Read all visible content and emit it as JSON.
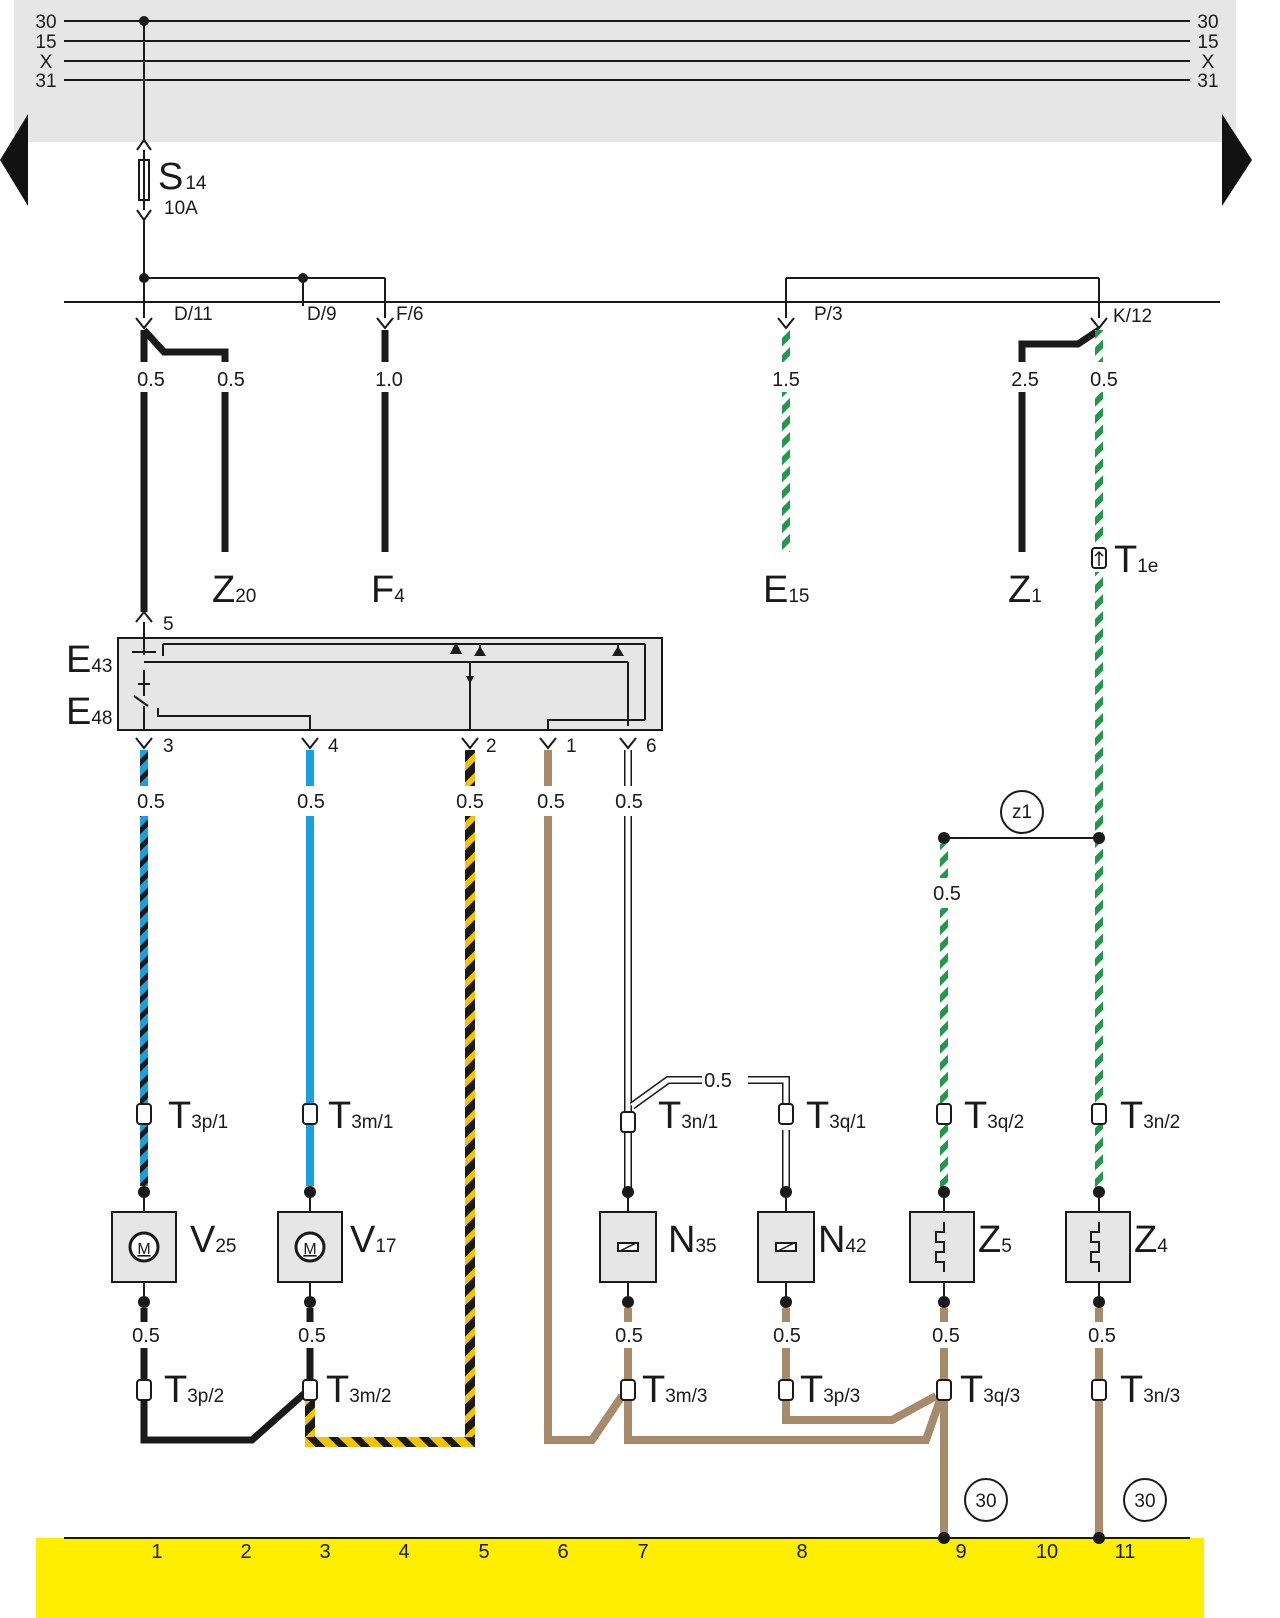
{
  "rails": {
    "left": [
      "30",
      "15",
      "X",
      "31"
    ],
    "right": [
      "30",
      "15",
      "X",
      "31"
    ]
  },
  "fuse": {
    "name": "S",
    "sub": "14",
    "rating": "10A"
  },
  "connectors_top": [
    "D/11",
    "D/9",
    "F/6",
    "P/3",
    "K/12"
  ],
  "gauges": {
    "g_d11": "0.5",
    "g_d9": "0.5",
    "g_f6": "1.0",
    "g_p3": "1.5",
    "g_z1": "2.5",
    "g_k12": "0.5",
    "g_e3": "0.5",
    "g_e4": "0.5",
    "g_e2": "0.5",
    "g_e1": "0.5",
    "g_e6": "0.5",
    "g_z5": "0.5",
    "g_n": "0.5",
    "b1": "0.5",
    "b3": "0.5",
    "b7": "0.5",
    "b8": "0.5",
    "b9": "0.5",
    "b11": "0.5"
  },
  "components": {
    "z20": {
      "main": "Z",
      "sub": "20"
    },
    "f4": {
      "main": "F",
      "sub": "4"
    },
    "e15": {
      "main": "E",
      "sub": "15"
    },
    "z1": {
      "main": "Z",
      "sub": "1"
    },
    "t1e": {
      "main": "T",
      "sub": "1e"
    },
    "e43": {
      "main": "E",
      "sub": "43"
    },
    "e48": {
      "main": "E",
      "sub": "48"
    },
    "v25": {
      "main": "V",
      "sub": "25",
      "symbol": "M"
    },
    "v17": {
      "main": "V",
      "sub": "17",
      "symbol": "M"
    },
    "n35": {
      "main": "N",
      "sub": "35"
    },
    "n42": {
      "main": "N",
      "sub": "42"
    },
    "z5": {
      "main": "Z",
      "sub": "5"
    },
    "z4": {
      "main": "Z",
      "sub": "4"
    }
  },
  "switch_pins": [
    "5",
    "3",
    "4",
    "2",
    "1",
    "6"
  ],
  "junction": "z1",
  "ground_ref": "30",
  "terminals": {
    "t3p1": {
      "main": "T",
      "sub": "3p/1"
    },
    "t3m1": {
      "main": "T",
      "sub": "3m/1"
    },
    "t3n1": {
      "main": "T",
      "sub": "3n/1"
    },
    "t3q1": {
      "main": "T",
      "sub": "3q/1"
    },
    "t3q2": {
      "main": "T",
      "sub": "3q/2"
    },
    "t3n2": {
      "main": "T",
      "sub": "3n/2"
    },
    "t3p2": {
      "main": "T",
      "sub": "3p/2"
    },
    "t3m2": {
      "main": "T",
      "sub": "3m/2"
    },
    "t3m3": {
      "main": "T",
      "sub": "3m/3"
    },
    "t3p3": {
      "main": "T",
      "sub": "3p/3"
    },
    "t3q3": {
      "main": "T",
      "sub": "3q/3"
    },
    "t3n3": {
      "main": "T",
      "sub": "3n/3"
    }
  },
  "columns": [
    "1",
    "2",
    "3",
    "4",
    "5",
    "6",
    "7",
    "8",
    "9",
    "10",
    "11"
  ],
  "colors": {
    "rail_bg": "#e6e6e6",
    "ground_bar": "#ffee00",
    "black": "#1a1a1a",
    "blue": "#1aa0dc",
    "yellow": "#f5c400",
    "brown": "#a68a6a",
    "green": "#1e9a4a",
    "box_fill": "#e6e6e6"
  }
}
